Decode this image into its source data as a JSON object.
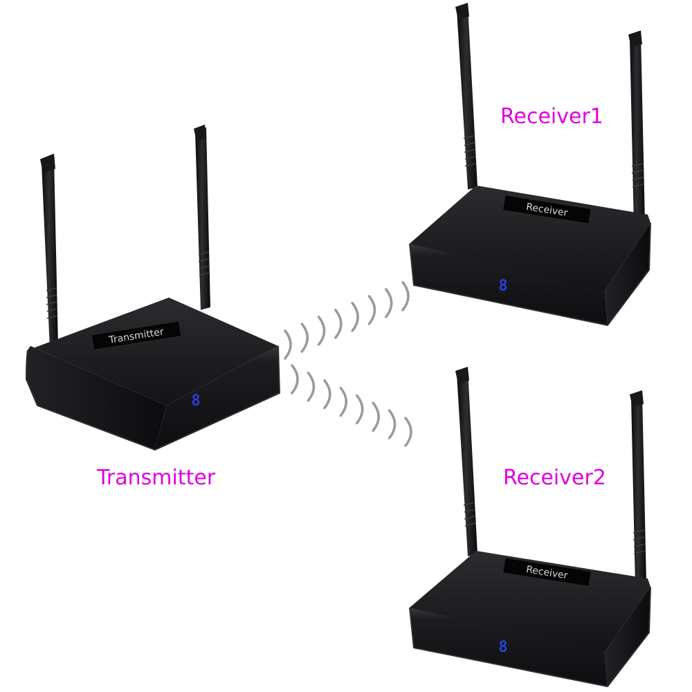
{
  "devices": {
    "transmitter": {
      "caption": "Transmitter",
      "label_plate": "Transmitter",
      "display_digit": "8"
    },
    "receiver1": {
      "caption": "Receiver1",
      "label_plate": "Receiver",
      "display_digit": "8"
    },
    "receiver2": {
      "caption": "Receiver2",
      "label_plate": "Receiver",
      "display_digit": "8"
    }
  },
  "colors": {
    "caption": "#e000e0",
    "device_body": "#1b1b1d",
    "signal_arc": "#9a9a9a",
    "display": "#2a3fd4"
  },
  "signal": {
    "waves_to_receiver1": 8,
    "waves_to_receiver2": 8
  }
}
